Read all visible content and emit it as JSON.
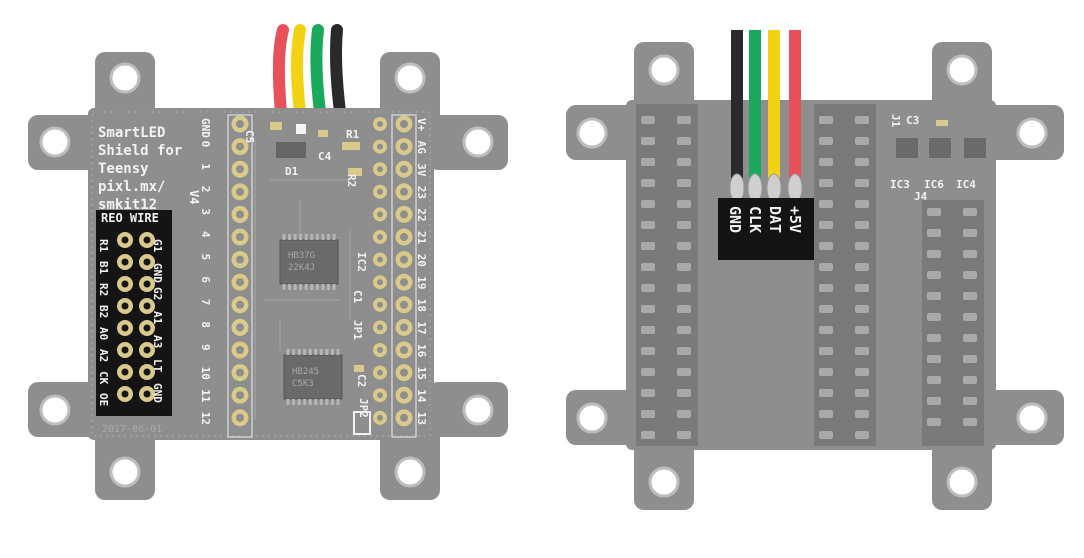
{
  "colors": {
    "pcb": "#8e8e8e",
    "pcb_dark": "#7d7d7d",
    "pad": "#d9c98a",
    "silkscreen": "#f2f2f2",
    "label_block": "#141414",
    "wire_red": "#e8505a",
    "wire_yellow": "#f2d313",
    "wire_green": "#1aa85a",
    "wire_black": "#2a2a2a",
    "header_plastic": "#6e6e6e"
  },
  "left_board": {
    "title_lines": [
      "SmartLED",
      "Shield for",
      "Teensy",
      "pixl.mx/",
      "smkit12"
    ],
    "version": "V4",
    "date_code": "2017-06-01",
    "label_header": "REO WIRE",
    "left_col_pins": [
      "R1",
      "B1",
      "R2",
      "B2",
      "A0",
      "A2",
      "CK",
      "OE"
    ],
    "right_col_pins": [
      "G1",
      "GND",
      "G2",
      "A1",
      "A3",
      "LT",
      "GND"
    ],
    "pin_numbers_left": [
      "GND",
      "0",
      "1",
      "2",
      "3",
      "4",
      "5",
      "6",
      "7",
      "8",
      "9",
      "10",
      "11",
      "12"
    ],
    "pin_numbers_right": [
      "V+",
      "AG",
      "3V",
      "23",
      "22",
      "21",
      "20",
      "19",
      "18",
      "17",
      "16",
      "15",
      "14",
      "13"
    ],
    "component_labels": {
      "c5": "C5",
      "c4": "C4",
      "d1": "D1",
      "r1": "R1",
      "r2": "R2",
      "ic2": "IC2",
      "c1": "C1",
      "jp1": "JP1",
      "c2": "C2",
      "jp2": "JP2"
    },
    "ic_top_marking": [
      "HB37G",
      "22K4J"
    ],
    "ic_bottom_marking": [
      "HB245",
      "C5K3"
    ]
  },
  "right_board": {
    "wire_labels": [
      "GND",
      "CLK",
      "DAT",
      "+5V"
    ],
    "component_labels": {
      "j1": "J1",
      "c3": "C3",
      "ic3": "IC3",
      "ic6": "IC6",
      "ic4": "IC4",
      "j4": "J4"
    }
  }
}
